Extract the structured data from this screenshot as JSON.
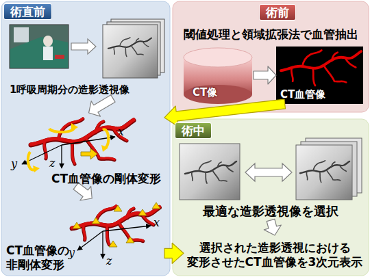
{
  "diagram": {
    "nodes": [
      {
        "text": [
          "術直前"
        ]
      },
      {
        "text": [
          "術前",
          "閾値処理と領域拡張法で血管抽出"
        ]
      },
      {
        "text": [
          "術中"
        ]
      },
      {
        "text": [
          "1呼吸周期分の造影透視像"
        ],
        "in": 0
      },
      {
        "text": [
          "CT像"
        ],
        "in": 1
      },
      {
        "text": [
          "CT血管像"
        ],
        "in": 1
      },
      {
        "text": [
          "CT血管像の剛体変形"
        ],
        "in": 0
      },
      {
        "text": [
          "CT血管像の 非剛体変形"
        ],
        "in": 0
      },
      {
        "text": [
          "最適な造影透視像を選択"
        ],
        "in": 2
      },
      {
        "text": [
          "選択された造影透視における 変形させたCT血管像を3次元表示"
        ],
        "in": 2
      }
    ],
    "edges": [
      {
        "from": 4,
        "to": 5,
        "arrow": "to"
      },
      {
        "from": 5,
        "to": 6,
        "arrow": "to"
      },
      {
        "from": 3,
        "to": 6,
        "arrow": "to"
      },
      {
        "from": 6,
        "to": 7,
        "arrow": "to"
      },
      {
        "from": 7,
        "to": 9,
        "arrow": "to"
      },
      {
        "from": 8,
        "to": 9,
        "arrow": "to"
      }
    ],
    "labels": [
      "x",
      "y",
      "z",
      "x",
      "y",
      "z"
    ]
  }
}
